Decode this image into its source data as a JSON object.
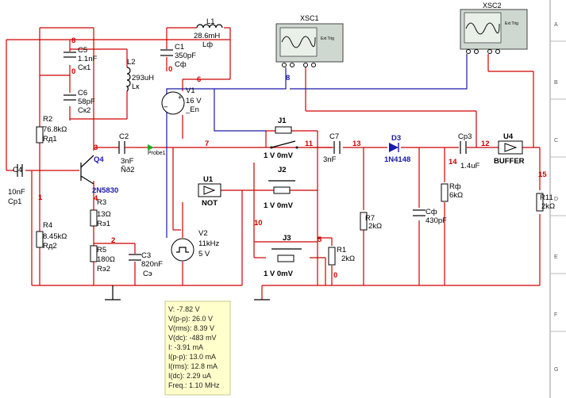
{
  "components": {
    "L1": {
      "ref": "L1",
      "value": "28.6mH",
      "name": "Lф"
    },
    "C1": {
      "ref": "C1",
      "value": "350pF",
      "name": "Сф"
    },
    "C5": {
      "ref": "C5",
      "value": "1.1nF",
      "name": "Ск1"
    },
    "L2": {
      "ref": "L2",
      "value": "293uH",
      "name": "Lк"
    },
    "C6": {
      "ref": "C6",
      "value": "58pF",
      "name": "Ск2"
    },
    "V1": {
      "ref": "V1",
      "value": "16 V",
      "name": "_En"
    },
    "R2": {
      "ref": "R2",
      "value": "76.8kΩ",
      "name": "Rд1"
    },
    "C2": {
      "ref": "C2",
      "value": "3nF",
      "name": "Ñð2"
    },
    "Q4": {
      "ref": "Q4",
      "value": "2N5830"
    },
    "C4": {
      "ref": "C4",
      "value": "10nF",
      "name": "Ср1"
    },
    "R3": {
      "ref": "R3",
      "value": "13Ω",
      "name": "Rэ1"
    },
    "R4": {
      "ref": "R4",
      "value": "8.45kΩ",
      "name": "Rд2"
    },
    "R5": {
      "ref": "R5",
      "value": "180Ω",
      "name": "Rэ2"
    },
    "C3": {
      "ref": "C3",
      "value": "820nF",
      "name": "Сэ"
    },
    "U1": {
      "ref": "U1",
      "value": "NOT"
    },
    "V2": {
      "ref": "V2",
      "value": "11kHz",
      "amp": "5 V"
    },
    "J1": {
      "ref": "J1",
      "value": "1 V 0mV"
    },
    "J2": {
      "ref": "J2",
      "value": "1 V 0mV"
    },
    "J3": {
      "ref": "J3",
      "value": "1 V 0mV"
    },
    "C7": {
      "ref": "C7",
      "value": "3nF"
    },
    "R7": {
      "ref": "R7",
      "value": "2kΩ"
    },
    "R1": {
      "ref": "R1",
      "value": "2kΩ"
    },
    "D3": {
      "ref": "D3",
      "value": "1N4148"
    },
    "Cf": {
      "ref": "Cф",
      "value": "430pF"
    },
    "Rf": {
      "ref": "Rф",
      "value": "6kΩ"
    },
    "Cp3": {
      "ref": "Cp3",
      "value": "1.4uF"
    },
    "U4": {
      "ref": "U4",
      "value": "BUFFER"
    },
    "R11": {
      "ref": "R11",
      "value": "2kΩ"
    }
  },
  "instruments": {
    "xsc1": {
      "ref": "XSC1",
      "trig": "Ext Trig"
    },
    "xsc2": {
      "ref": "XSC2",
      "trig": "Ext Trig"
    }
  },
  "probe": {
    "label": "Probe1"
  },
  "nets": [
    "8",
    "0",
    "6",
    "3",
    "4",
    "1",
    "2",
    "7",
    "11",
    "13",
    "12",
    "14",
    "15",
    "10",
    "5",
    "0",
    "8"
  ],
  "probe_readout": [
    "V: -7.82 V",
    "V(p-p): 26.0 V",
    "V(rms): 8.39 V",
    "V(dc): -483 mV",
    "I: -3.91 mA",
    "I(p-p): 13.0 mA",
    "I(rms): 12.8 mA",
    "I(dc): 2.29 uA",
    "Freq.: 1.10 MHz"
  ],
  "border_labels": [
    "A",
    "B",
    "C",
    "D",
    "E",
    "F",
    "G"
  ]
}
